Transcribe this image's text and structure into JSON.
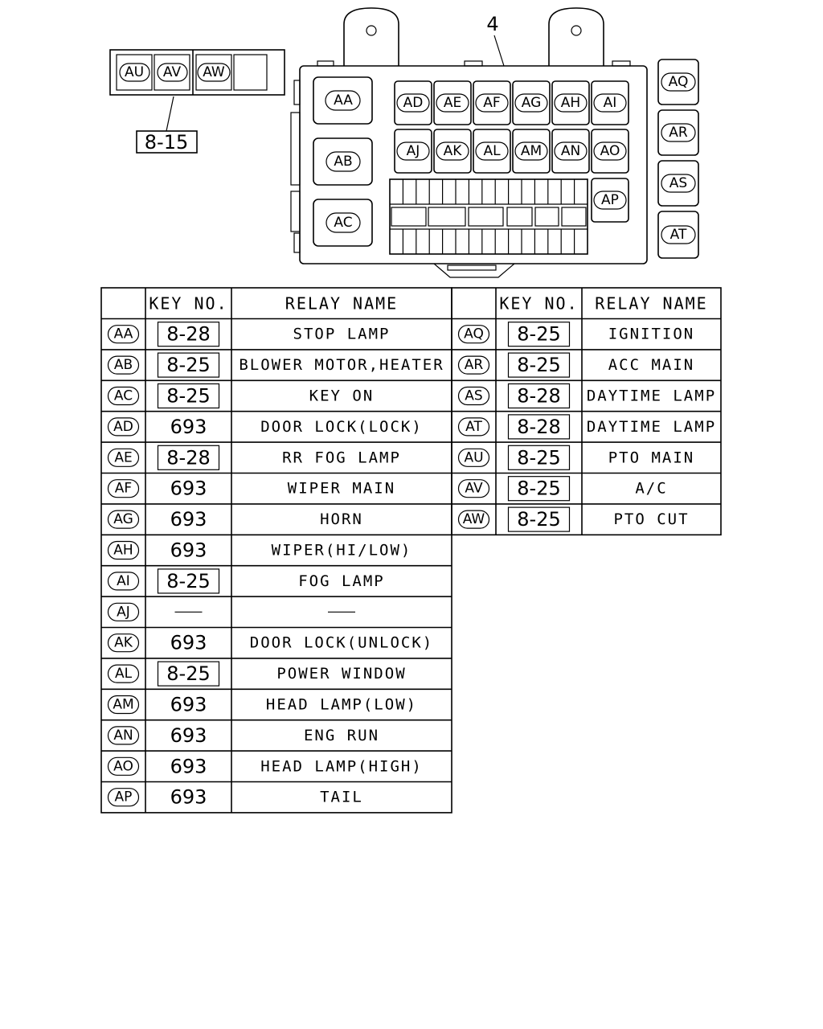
{
  "diagram": {
    "part_number": "4",
    "side_block_ref": "8-15",
    "side_block_slots": [
      "AU",
      "AV",
      "AW"
    ],
    "box_large_relays": [
      "AA",
      "AB",
      "AC"
    ],
    "box_row1": [
      "AD",
      "AE",
      "AF",
      "AG",
      "AH",
      "AI"
    ],
    "box_row2": [
      "AJ",
      "AK",
      "AL",
      "AM",
      "AN",
      "AO"
    ],
    "box_extra": [
      "AP"
    ],
    "right_column": [
      "AQ",
      "AR",
      "AS",
      "AT"
    ]
  },
  "table_headers": {
    "key_no": "KEY NO.",
    "relay_name": "RELAY NAME"
  },
  "left_table": [
    {
      "id": "AA",
      "key": "8-28",
      "boxed": true,
      "name": "STOP LAMP"
    },
    {
      "id": "AB",
      "key": "8-25",
      "boxed": true,
      "name": "BLOWER MOTOR,HEATER"
    },
    {
      "id": "AC",
      "key": "8-25",
      "boxed": true,
      "name": "KEY ON"
    },
    {
      "id": "AD",
      "key": "693",
      "boxed": false,
      "name": "DOOR LOCK(LOCK)"
    },
    {
      "id": "AE",
      "key": "8-28",
      "boxed": true,
      "name": "RR FOG LAMP"
    },
    {
      "id": "AF",
      "key": "693",
      "boxed": false,
      "name": "WIPER MAIN"
    },
    {
      "id": "AG",
      "key": "693",
      "boxed": false,
      "name": "HORN"
    },
    {
      "id": "AH",
      "key": "693",
      "boxed": false,
      "name": "WIPER(HI/LOW)"
    },
    {
      "id": "AI",
      "key": "8-25",
      "boxed": true,
      "name": "FOG LAMP"
    },
    {
      "id": "AJ",
      "key": "—",
      "boxed": false,
      "name": "—"
    },
    {
      "id": "AK",
      "key": "693",
      "boxed": false,
      "name": "DOOR LOCK(UNLOCK)"
    },
    {
      "id": "AL",
      "key": "8-25",
      "boxed": true,
      "name": "POWER WINDOW"
    },
    {
      "id": "AM",
      "key": "693",
      "boxed": false,
      "name": "HEAD LAMP(LOW)"
    },
    {
      "id": "AN",
      "key": "693",
      "boxed": false,
      "name": "ENG RUN"
    },
    {
      "id": "AO",
      "key": "693",
      "boxed": false,
      "name": "HEAD LAMP(HIGH)"
    },
    {
      "id": "AP",
      "key": "693",
      "boxed": false,
      "name": "TAIL"
    }
  ],
  "right_table": [
    {
      "id": "AQ",
      "key": "8-25",
      "boxed": true,
      "name": "IGNITION"
    },
    {
      "id": "AR",
      "key": "8-25",
      "boxed": true,
      "name": "ACC MAIN"
    },
    {
      "id": "AS",
      "key": "8-28",
      "boxed": true,
      "name": "DAYTIME LAMP"
    },
    {
      "id": "AT",
      "key": "8-28",
      "boxed": true,
      "name": "DAYTIME LAMP"
    },
    {
      "id": "AU",
      "key": "8-25",
      "boxed": true,
      "name": "PTO MAIN"
    },
    {
      "id": "AV",
      "key": "8-25",
      "boxed": true,
      "name": "A/C"
    },
    {
      "id": "AW",
      "key": "8-25",
      "boxed": true,
      "name": "PTO CUT"
    }
  ]
}
